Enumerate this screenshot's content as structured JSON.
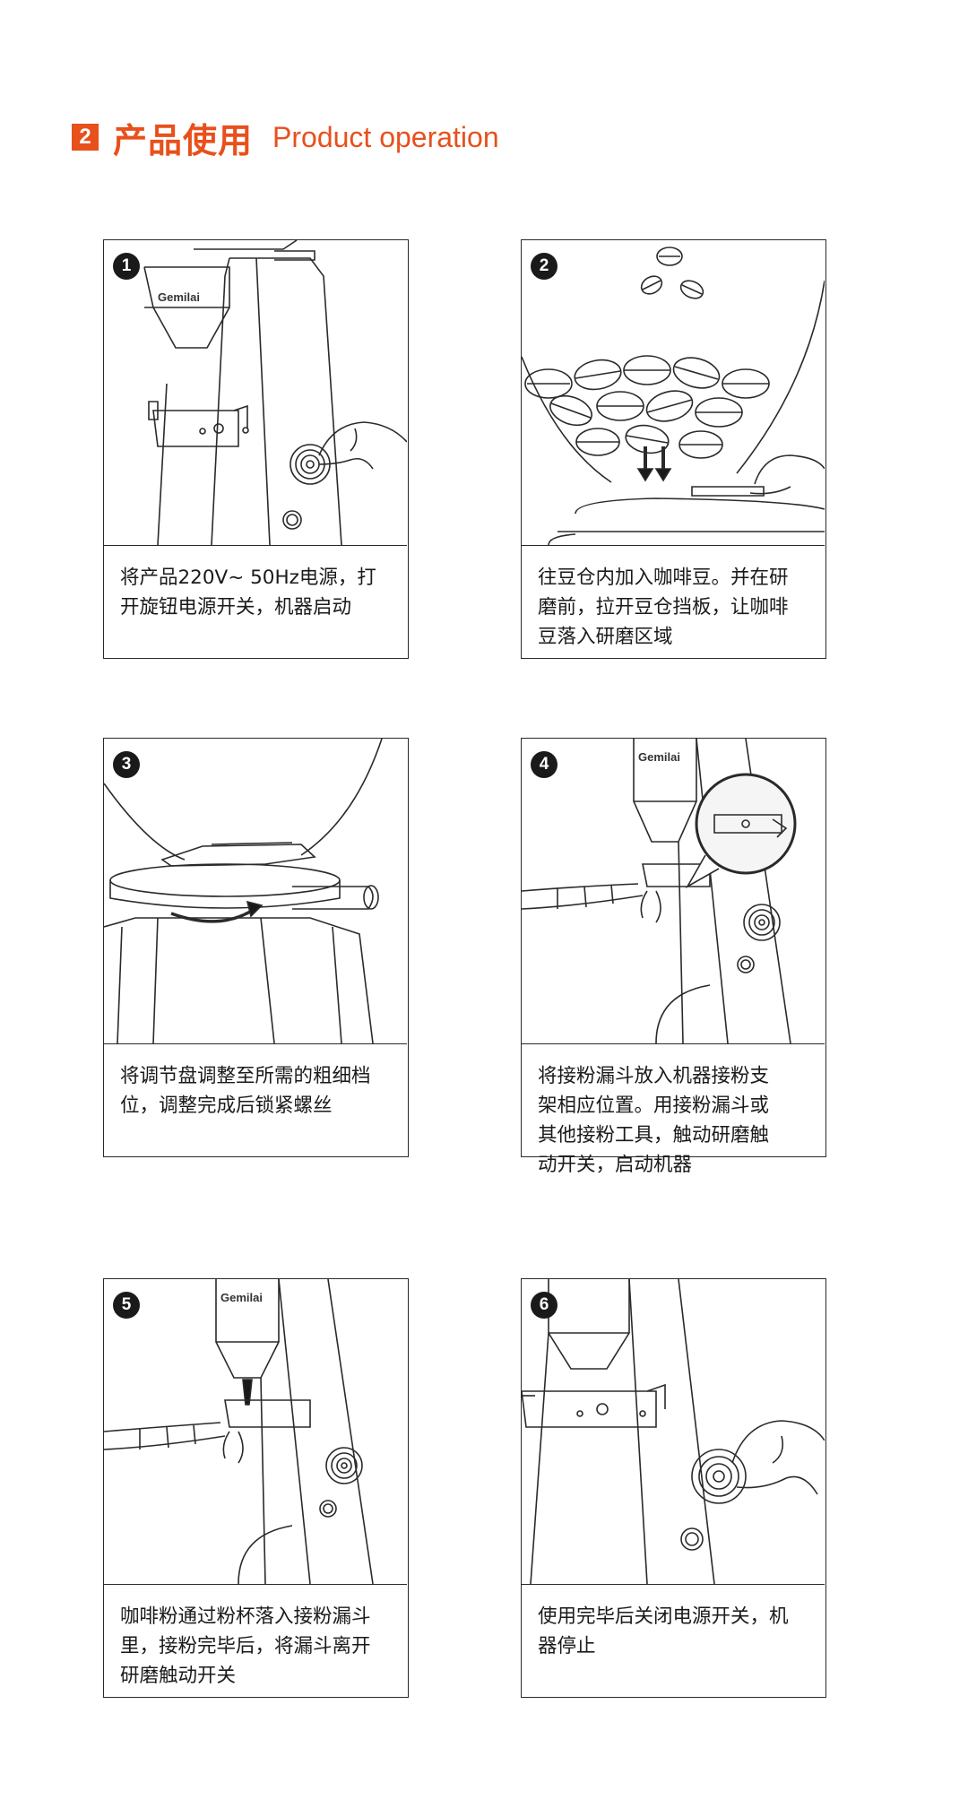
{
  "header": {
    "number": "2",
    "title_cn": "产品使用",
    "title_en": "Product operation"
  },
  "steps": [
    {
      "number": "1",
      "brand": "Gemilai",
      "text": "将产品220V~ 50Hz电源，打\n开旋钮电源开关，机器启动"
    },
    {
      "number": "2",
      "text": "往豆仓内加入咖啡豆。并在研\n磨前，拉开豆仓挡板，让咖啡\n豆落入研磨区域"
    },
    {
      "number": "3",
      "text": "将调节盘调整至所需的粗细档\n位，调整完成后锁紧螺丝"
    },
    {
      "number": "4",
      "brand": "Gemilai",
      "text": "将接粉漏斗放入机器接粉支\n架相应位置。用接粉漏斗或\n其他接粉工具，触动研磨触\n动开关，启动机器"
    },
    {
      "number": "5",
      "brand": "Gemilai",
      "text": "咖啡粉通过粉杯落入接粉漏斗\n里，接粉完毕后，将漏斗离开\n研磨触动开关"
    },
    {
      "number": "6",
      "text": "使用完毕后关闭电源开关，机\n器停止"
    }
  ],
  "colors": {
    "accent": "#e8501c",
    "line": "#2a2a2a",
    "badge": "#1a1a1a"
  }
}
